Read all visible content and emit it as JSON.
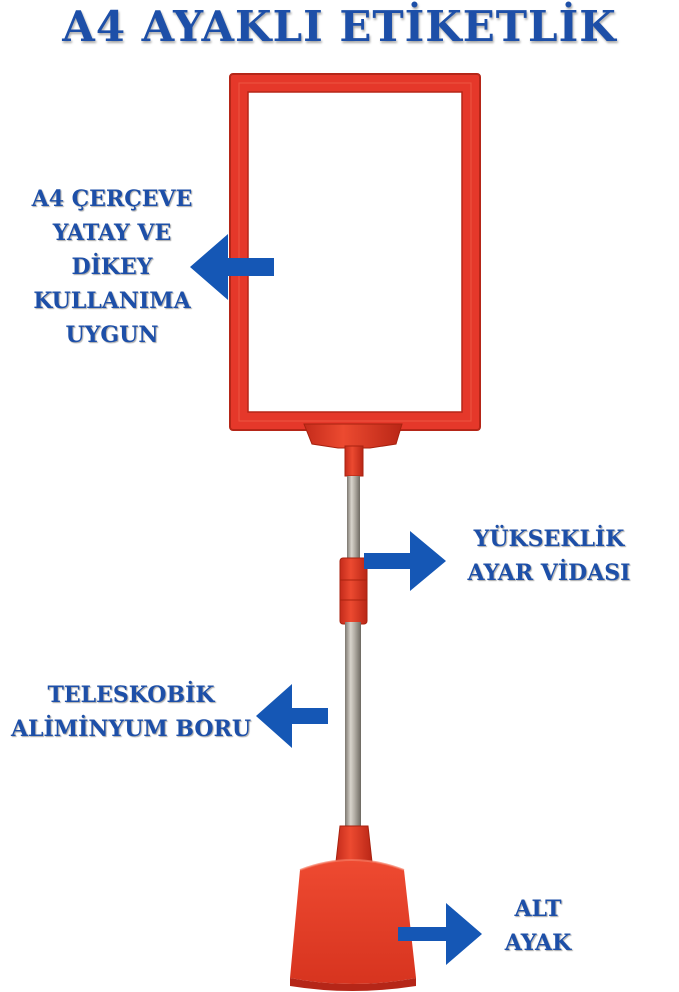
{
  "title": "A4 AYAKLI ETİKETLİK",
  "colors": {
    "text": "#1d4fa8",
    "arrow": "#1557b5",
    "frame": "#e23a24",
    "frame_dark": "#b52618",
    "pole": "#a9a49c"
  },
  "callouts": {
    "frame": {
      "lines": [
        "A4 ÇERÇEVE",
        "YATAY VE",
        "DİKEY",
        "KULLANIMA",
        "UYGUN"
      ],
      "icon": "arrow-left-icon"
    },
    "height_screw": {
      "lines": [
        "YÜKSEKLİK",
        "AYAR VİDASI"
      ],
      "icon": "arrow-right-icon"
    },
    "pole": {
      "lines": [
        "TELESKOBİK",
        "ALİMİNYUM BORU"
      ],
      "icon": "arrow-left-icon"
    },
    "base": {
      "lines": [
        "ALT",
        "AYAK"
      ],
      "icon": "arrow-right-icon"
    }
  }
}
